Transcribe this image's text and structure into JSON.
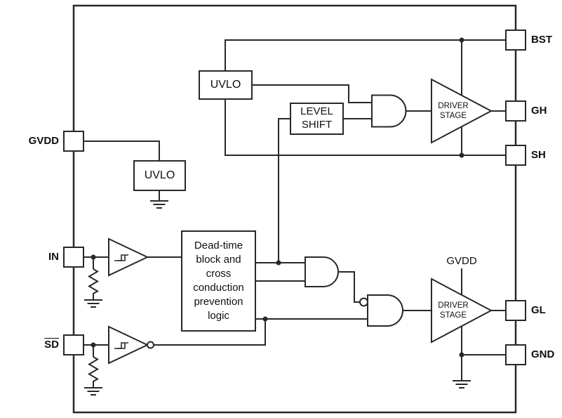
{
  "diagram": {
    "left_pins": [
      {
        "label": "GVDD"
      },
      {
        "label": "IN"
      },
      {
        "label": "SD"
      }
    ],
    "right_pins": [
      {
        "label": "BST"
      },
      {
        "label": "GH"
      },
      {
        "label": "SH"
      },
      {
        "label": "GL"
      },
      {
        "label": "GND"
      }
    ],
    "blocks": {
      "uvlo_boot": "UVLO",
      "level_shift": "LEVEL SHIFT",
      "uvlo_gvdd": "UVLO",
      "dead_time": "Dead-time block and cross conduction prevention logic",
      "driver_high": "DRIVER STAGE",
      "driver_low": "DRIVER STAGE"
    },
    "net_labels": {
      "gvdd_rail": "GVDD"
    },
    "colors": {
      "line": "#282828",
      "background": "#ffffff",
      "text": "#0f0f0f"
    }
  }
}
